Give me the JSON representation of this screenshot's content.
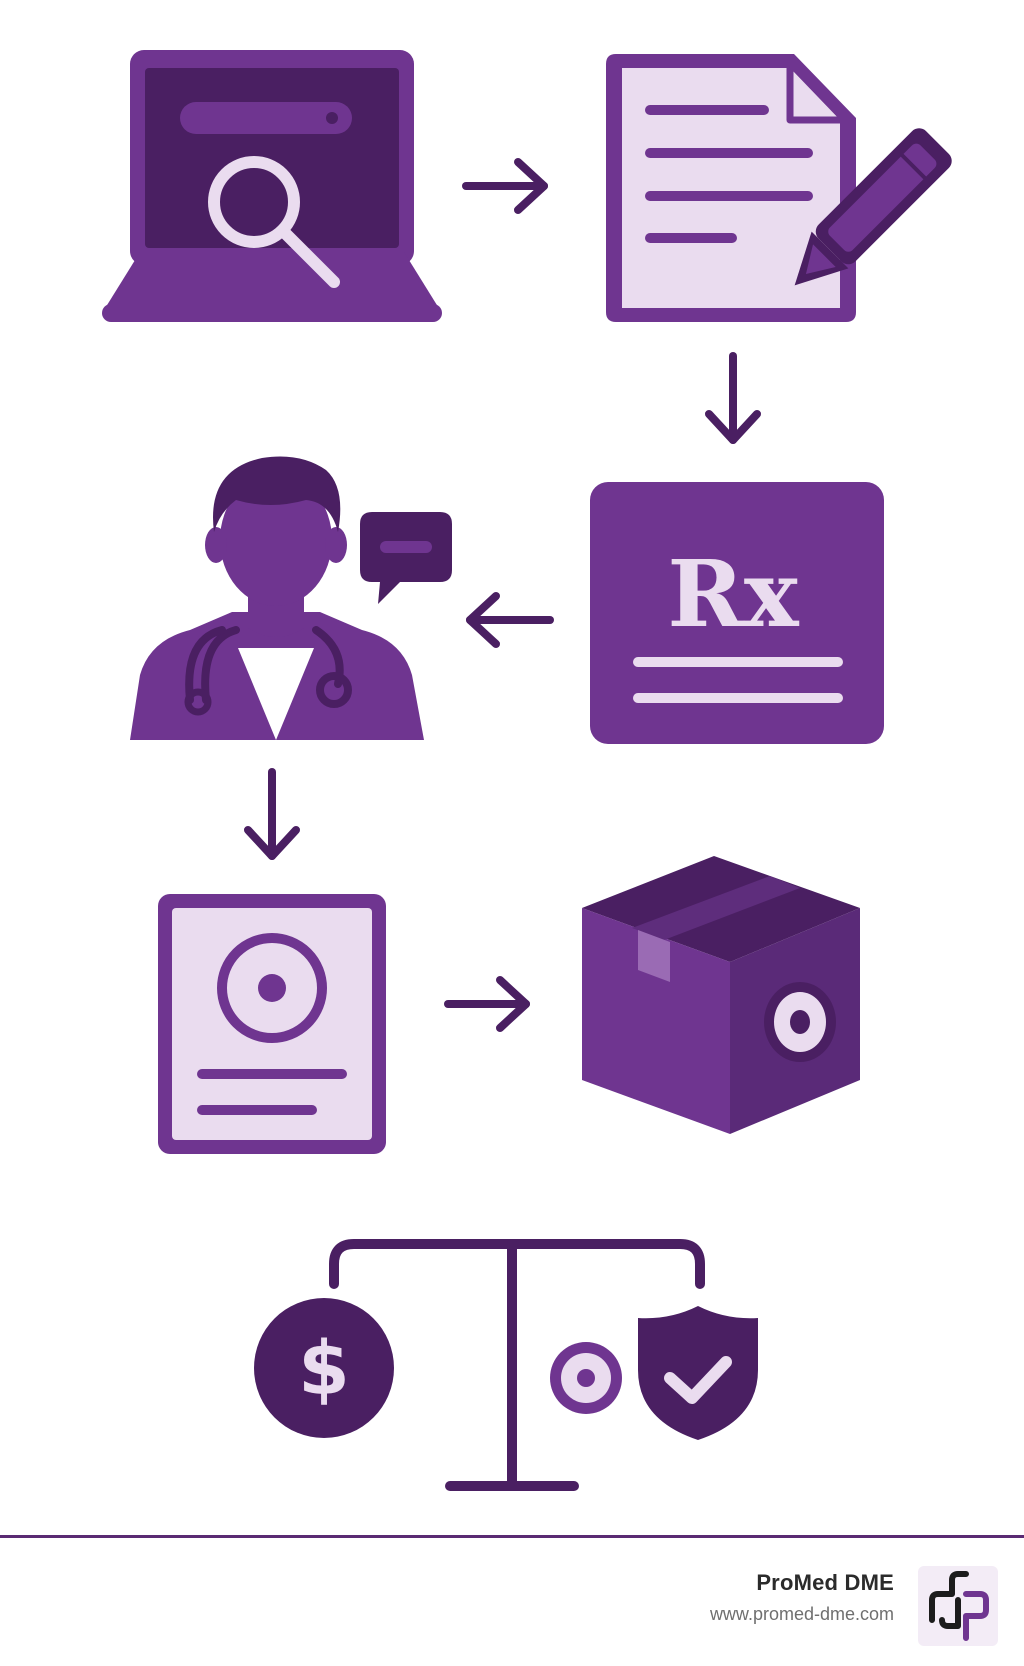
{
  "colors": {
    "primary": "#6f3590",
    "dark": "#4a1f62",
    "light": "#eadcef",
    "white": "#ffffff"
  },
  "diagram": {
    "steps": [
      {
        "id": "search",
        "icon": "laptop-search-icon"
      },
      {
        "id": "form",
        "icon": "document-pen-icon"
      },
      {
        "id": "prescription",
        "icon": "rx-card-icon",
        "glyph": "Rx"
      },
      {
        "id": "doctor",
        "icon": "doctor-consult-icon"
      },
      {
        "id": "product",
        "icon": "product-sheet-icon"
      },
      {
        "id": "delivery",
        "icon": "shipping-box-icon"
      }
    ],
    "balance": {
      "icons": [
        "dollar-coin-icon",
        "device-icon",
        "shield-check-icon"
      ]
    }
  },
  "footer": {
    "brand": "ProMed DME",
    "url": "www.promed-dme.com",
    "logo_icon": "promed-logo-icon"
  }
}
